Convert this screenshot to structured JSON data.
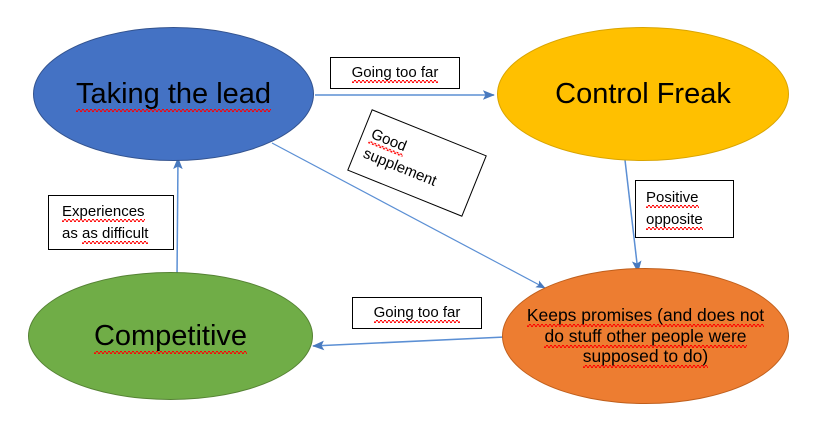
{
  "diagram": {
    "background_color": "#ffffff",
    "connector_color": "#5B8FD4",
    "nodes": [
      {
        "id": "taking-the-lead",
        "label": "Taking the lead",
        "lines": [
          "Taking the lead"
        ],
        "fill": "#4472C4",
        "spellcheck_underline": true
      },
      {
        "id": "control-freak",
        "label": "Control Freak",
        "lines": [
          "Control Freak"
        ],
        "fill": "#FFC000",
        "spellcheck_underline": false
      },
      {
        "id": "competitive",
        "label": "Competitive",
        "lines": [
          "Competitive"
        ],
        "fill": "#70AD47",
        "spellcheck_underline": true
      },
      {
        "id": "keeps-promises",
        "label": "Keeps promises (and does not do stuff other people were supposed to do)",
        "lines": [
          "Keeps promises (and does not",
          "do stuff other people were",
          "supposed to do)"
        ],
        "fill": "#ED7D31",
        "spellcheck_underline": true
      }
    ],
    "edge_labels": [
      {
        "id": "going-too-far-top",
        "lines": [
          "Going too far"
        ],
        "from": "taking-the-lead",
        "to": "control-freak"
      },
      {
        "id": "good-supplement",
        "lines": [
          "Good",
          "supplement"
        ],
        "from": "taking-the-lead",
        "to": "keeps-promises",
        "rotated": true
      },
      {
        "id": "positive-opposite",
        "lines": [
          "Positive",
          "opposite"
        ],
        "from": "control-freak",
        "to": "keeps-promises"
      },
      {
        "id": "going-too-far-bottom",
        "lines": [
          "Going too far"
        ],
        "from": "keeps-promises",
        "to": "competitive"
      },
      {
        "id": "experiences-as-difficult",
        "lines": [
          "Experiences",
          "as difficult"
        ],
        "from": "competitive",
        "to": "taking-the-lead"
      }
    ]
  }
}
